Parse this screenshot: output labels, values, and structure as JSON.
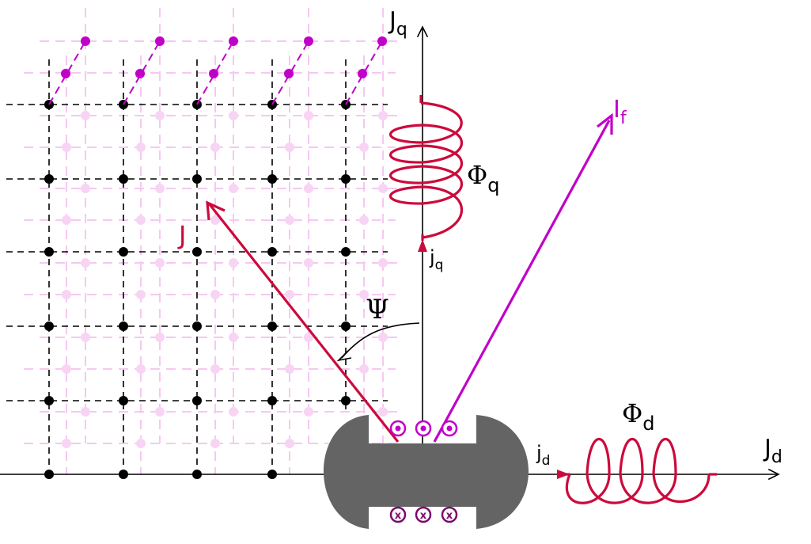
{
  "labels": {
    "jq_axis_main": "J",
    "jq_axis_sub": "q",
    "jd_axis_main": "J",
    "jd_axis_sub": "d",
    "phi_q_main": "Φ",
    "phi_q_sub": "q",
    "phi_d_main": "Φ",
    "phi_d_sub": "d",
    "jq_small_main": "j",
    "jq_small_sub": "q",
    "jd_small_main": "j",
    "jd_small_sub": "d",
    "if_main": "I",
    "if_sub": "f",
    "j_vector": "J",
    "psi": "Ψ",
    "cross_mark": "x"
  },
  "colors": {
    "grid_black": "#000000",
    "grid_pink": "#f6c8f1",
    "magenta": "#c000c8",
    "crimson": "#cc0a3c",
    "rotor_gray": "#646464",
    "purple_dark": "#7a0a6a",
    "axis": "#000000"
  }
}
